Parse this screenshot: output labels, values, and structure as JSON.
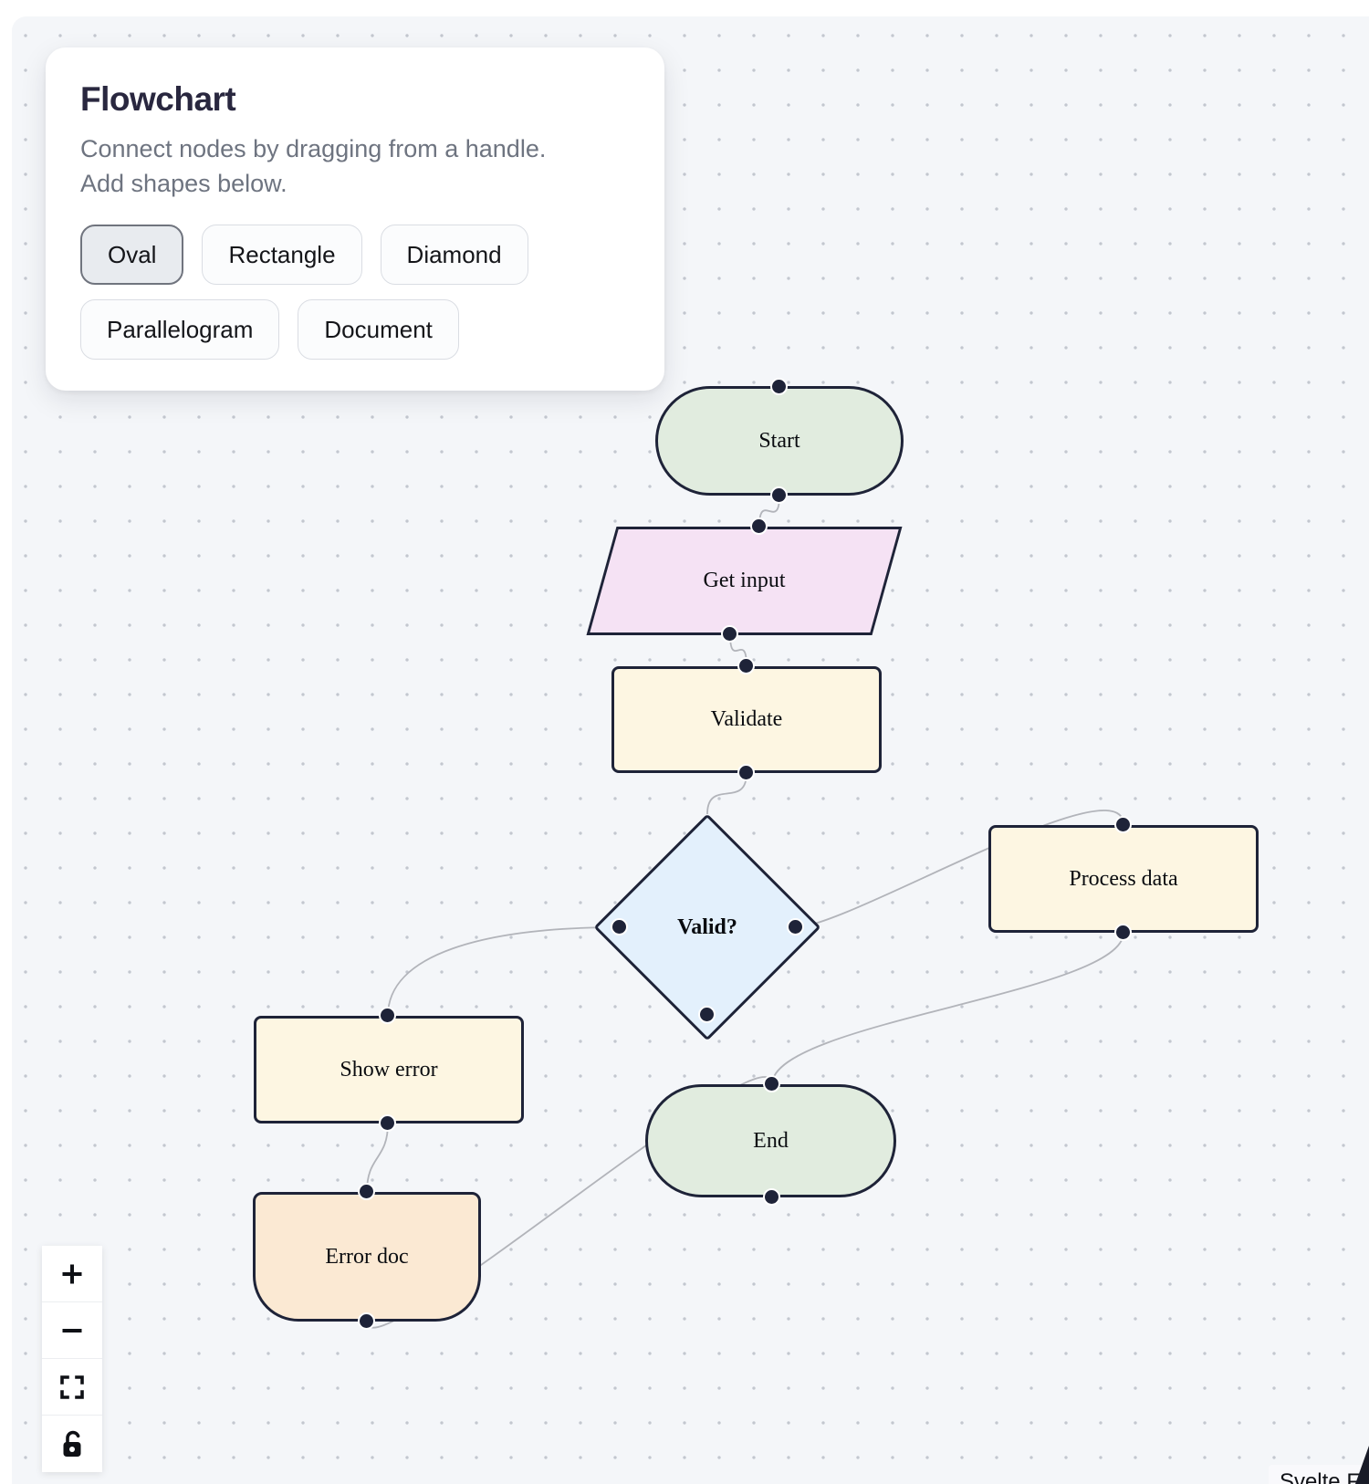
{
  "panel": {
    "title": "Flowchart",
    "description_line1": "Connect nodes by dragging from a handle.",
    "description_line2": "Add shapes below.",
    "buttons": [
      {
        "label": "Oval",
        "active": true
      },
      {
        "label": "Rectangle",
        "active": false
      },
      {
        "label": "Diamond",
        "active": false
      },
      {
        "label": "Parallelogram",
        "active": false
      },
      {
        "label": "Document",
        "active": false
      }
    ]
  },
  "nodes": {
    "start": {
      "label": "Start",
      "shape": "oval",
      "fill": "#e1ecdf"
    },
    "get_input": {
      "label": "Get input",
      "shape": "parallelogram",
      "fill": "#f5e2f4"
    },
    "validate": {
      "label": "Validate",
      "shape": "rectangle",
      "fill": "#fdf6e2"
    },
    "valid": {
      "label": "Valid?",
      "shape": "diamond",
      "fill": "#e3f0fc"
    },
    "process_data": {
      "label": "Process data",
      "shape": "rectangle",
      "fill": "#fdf6e2"
    },
    "show_error": {
      "label": "Show error",
      "shape": "rectangle",
      "fill": "#fdf6e2"
    },
    "error_doc": {
      "label": "Error doc",
      "shape": "document",
      "fill": "#fbe9d3"
    },
    "end": {
      "label": "End",
      "shape": "oval",
      "fill": "#e1ecdf"
    }
  },
  "edges": [
    {
      "from": "start",
      "to": "get_input"
    },
    {
      "from": "get_input",
      "to": "validate"
    },
    {
      "from": "validate",
      "to": "valid"
    },
    {
      "from": "valid",
      "to": "show_error"
    },
    {
      "from": "valid",
      "to": "process_data"
    },
    {
      "from": "show_error",
      "to": "error_doc"
    },
    {
      "from": "process_data",
      "to": "end"
    },
    {
      "from": "error_doc",
      "to": "end"
    }
  ],
  "controls": {
    "items": [
      {
        "icon": "plus-icon",
        "action": "zoom-in"
      },
      {
        "icon": "minus-icon",
        "action": "zoom-out"
      },
      {
        "icon": "fit-view-icon",
        "action": "fit-view"
      },
      {
        "icon": "unlock-icon",
        "action": "toggle-interactivity"
      }
    ]
  },
  "attribution": {
    "label": "Svelte Flow"
  },
  "colors": {
    "canvas_bg": "#f4f6f9",
    "dot_grid": "#c3c7cf",
    "node_border": "#1e2338",
    "edge_stroke": "#b2b4ba",
    "panel_title": "#29273f",
    "panel_text": "#6e7480"
  }
}
